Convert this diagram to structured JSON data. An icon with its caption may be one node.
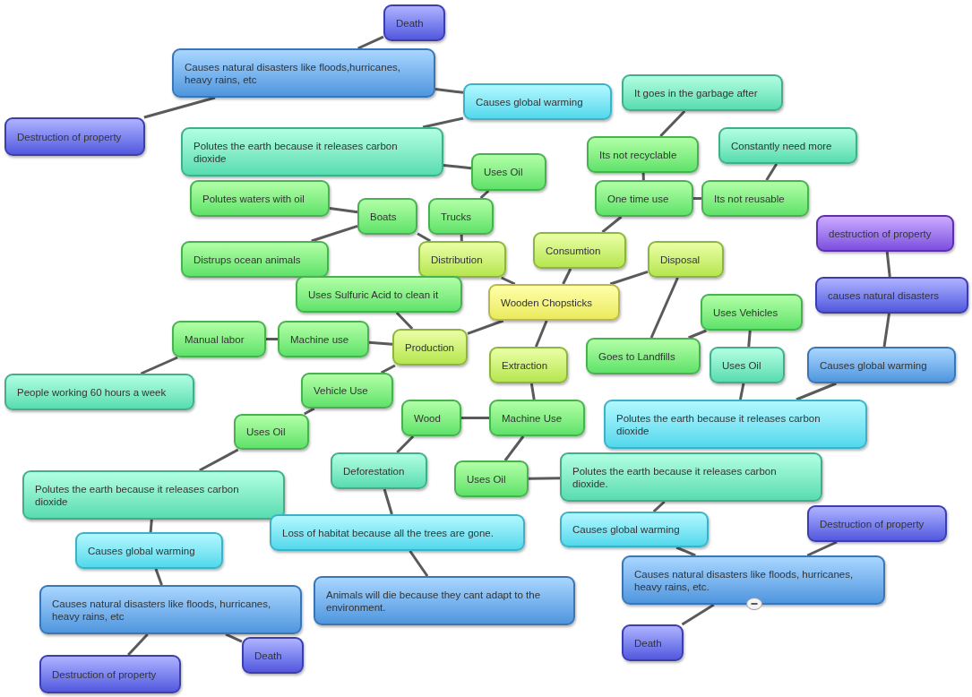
{
  "diagram": {
    "nodes": [
      {
        "text": [
          "Death"
        ]
      },
      {
        "text": [
          "Causes natural disasters like floods,hurricanes, heavy rains, etc"
        ]
      },
      {
        "text": [
          "Causes global warming"
        ]
      },
      {
        "text": [
          "It goes in the garbage after"
        ]
      },
      {
        "text": [
          "Destruction of property"
        ]
      },
      {
        "text": [
          "Polutes the earth because it releases carbon dioxide"
        ]
      },
      {
        "text": [
          "Constantly need more"
        ]
      },
      {
        "text": [
          "Its not recyclable"
        ]
      },
      {
        "text": [
          "Uses Oil"
        ]
      },
      {
        "text": [
          "Polutes waters with oil"
        ]
      },
      {
        "text": [
          "One time use"
        ]
      },
      {
        "text": [
          "Its not reusable"
        ]
      },
      {
        "text": [
          "Boats"
        ]
      },
      {
        "text": [
          "Trucks"
        ]
      },
      {
        "text": [
          "destruction of property"
        ]
      },
      {
        "text": [
          "Consumtion"
        ]
      },
      {
        "text": [
          "Distrups ocean animals"
        ]
      },
      {
        "text": [
          "Distribution"
        ]
      },
      {
        "text": [
          "Disposal"
        ]
      },
      {
        "text": [
          "Uses Sulfuric Acid to clean it"
        ]
      },
      {
        "text": [
          "Wooden Chopsticks"
        ]
      },
      {
        "text": [
          "causes natural disasters"
        ]
      },
      {
        "text": [
          "Uses Vehicles"
        ]
      },
      {
        "text": [
          "Manual labor"
        ]
      },
      {
        "text": [
          "Machine use"
        ]
      },
      {
        "text": [
          "Production"
        ]
      },
      {
        "text": [
          "Goes to Landfills"
        ]
      },
      {
        "text": [
          "Extraction"
        ]
      },
      {
        "text": [
          "Uses Oil"
        ]
      },
      {
        "text": [
          "Causes global warming"
        ]
      },
      {
        "text": [
          "People working 60 hours a week"
        ]
      },
      {
        "text": [
          "Vehicle Use"
        ]
      },
      {
        "text": [
          "Wood"
        ]
      },
      {
        "text": [
          "Machine Use"
        ]
      },
      {
        "text": [
          "Polutes the earth because it releases carbon dioxide"
        ]
      },
      {
        "text": [
          "Uses Oil"
        ]
      },
      {
        "text": [
          "Deforestation"
        ]
      },
      {
        "text": [
          "Uses Oil"
        ]
      },
      {
        "text": [
          "Polutes the earth because it releases carbon dioxide."
        ]
      },
      {
        "text": [
          "Polutes the earth because it releases carbon dioxide"
        ]
      },
      {
        "text": [
          "Loss of habitat because all the trees are gone."
        ]
      },
      {
        "text": [
          "Causes global warming"
        ]
      },
      {
        "text": [
          "Destruction of property"
        ]
      },
      {
        "text": [
          "Causes global warming"
        ]
      },
      {
        "text": [
          "Causes natural disasters like floods, hurricanes, heavy rains, etc."
        ]
      },
      {
        "text": [
          "Animals will die because they cant adapt to the environment."
        ]
      },
      {
        "text": [
          "Causes natural disasters like floods, hurricanes, heavy rains, etc"
        ]
      },
      {
        "text": [
          "Death"
        ]
      },
      {
        "text": [
          "Death"
        ]
      },
      {
        "text": [
          "Destruction of property"
        ]
      }
    ],
    "edges": [
      {
        "from": 20,
        "to": 15,
        "arrow": "none"
      },
      {
        "from": 20,
        "to": 17,
        "arrow": "none"
      },
      {
        "from": 20,
        "to": 18,
        "arrow": "none"
      },
      {
        "from": 20,
        "to": 25,
        "arrow": "none"
      },
      {
        "from": 20,
        "to": 27,
        "arrow": "none"
      },
      {
        "from": 15,
        "to": 10,
        "arrow": "none"
      },
      {
        "from": 10,
        "to": 7,
        "arrow": "none"
      },
      {
        "from": 7,
        "to": 3,
        "arrow": "none"
      },
      {
        "from": 10,
        "to": 11,
        "arrow": "none"
      },
      {
        "from": 11,
        "to": 6,
        "arrow": "none"
      },
      {
        "from": 17,
        "to": 12,
        "arrow": "none"
      },
      {
        "from": 17,
        "to": 13,
        "arrow": "none"
      },
      {
        "from": 13,
        "to": 8,
        "arrow": "none"
      },
      {
        "from": 8,
        "to": 5,
        "arrow": "none"
      },
      {
        "from": 5,
        "to": 2,
        "arrow": "none"
      },
      {
        "from": 2,
        "to": 1,
        "arrow": "none"
      },
      {
        "from": 1,
        "to": 0,
        "arrow": "none"
      },
      {
        "from": 1,
        "to": 4,
        "arrow": "none"
      },
      {
        "from": 12,
        "to": 9,
        "arrow": "none"
      },
      {
        "from": 12,
        "to": 16,
        "arrow": "none"
      },
      {
        "from": 18,
        "to": 26,
        "arrow": "none"
      },
      {
        "from": 26,
        "to": 22,
        "arrow": "none"
      },
      {
        "from": 22,
        "to": 28,
        "arrow": "none"
      },
      {
        "from": 28,
        "to": 34,
        "arrow": "none"
      },
      {
        "from": 34,
        "to": 29,
        "arrow": "none"
      },
      {
        "from": 29,
        "to": 21,
        "arrow": "none"
      },
      {
        "from": 21,
        "to": 14,
        "arrow": "none"
      },
      {
        "from": 25,
        "to": 19,
        "arrow": "none"
      },
      {
        "from": 25,
        "to": 24,
        "arrow": "none"
      },
      {
        "from": 24,
        "to": 23,
        "arrow": "none"
      },
      {
        "from": 23,
        "to": 30,
        "arrow": "none"
      },
      {
        "from": 25,
        "to": 31,
        "arrow": "none"
      },
      {
        "from": 31,
        "to": 35,
        "arrow": "none"
      },
      {
        "from": 35,
        "to": 39,
        "arrow": "none"
      },
      {
        "from": 39,
        "to": 43,
        "arrow": "none"
      },
      {
        "from": 43,
        "to": 46,
        "arrow": "none"
      },
      {
        "from": 46,
        "to": 49,
        "arrow": "none"
      },
      {
        "from": 46,
        "to": 48,
        "arrow": "none"
      },
      {
        "from": 27,
        "to": 33,
        "arrow": "none"
      },
      {
        "from": 33,
        "to": 32,
        "arrow": "none"
      },
      {
        "from": 32,
        "to": 36,
        "arrow": "none"
      },
      {
        "from": 36,
        "to": 40,
        "arrow": "none"
      },
      {
        "from": 40,
        "to": 45,
        "arrow": "none"
      },
      {
        "from": 33,
        "to": 37,
        "arrow": "none"
      },
      {
        "from": 37,
        "to": 38,
        "arrow": "none"
      },
      {
        "from": 38,
        "to": 41,
        "arrow": "none"
      },
      {
        "from": 41,
        "to": 44,
        "arrow": "none"
      },
      {
        "from": 44,
        "to": 47,
        "arrow": "none"
      },
      {
        "from": 44,
        "to": 42,
        "arrow": "none"
      }
    ]
  }
}
